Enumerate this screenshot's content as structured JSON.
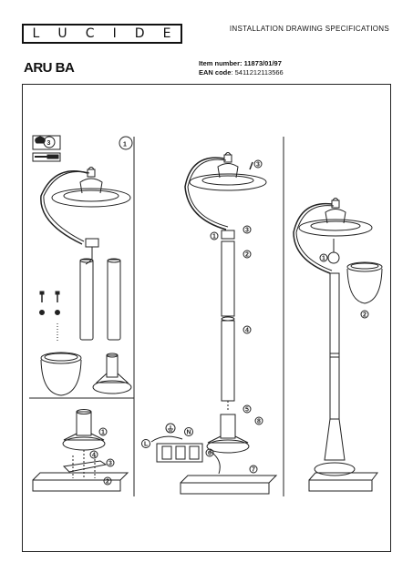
{
  "brand": {
    "letters": [
      "L",
      "U",
      "C",
      "I",
      "D",
      "E"
    ]
  },
  "header": {
    "doc_type": "INSTALLATION DRAWING SPECIFICATIONS",
    "product_name": "ARU BA",
    "item_number_label": "Item number:",
    "item_number": "11873/01/97",
    "ean_label": "EAN code",
    "ean_code": ": 5411212113566"
  },
  "steps": {
    "step1": "1",
    "callout_1": "1",
    "callout_2": "2",
    "callout_3": "3",
    "callout_4": "4",
    "callout_5": "5",
    "callout_6": "6",
    "callout_7": "7",
    "callout_8": "8",
    "wire_L": "L",
    "wire_N": "N",
    "bulb_3": "3"
  },
  "colors": {
    "line": "#222222",
    "text": "#111111"
  }
}
